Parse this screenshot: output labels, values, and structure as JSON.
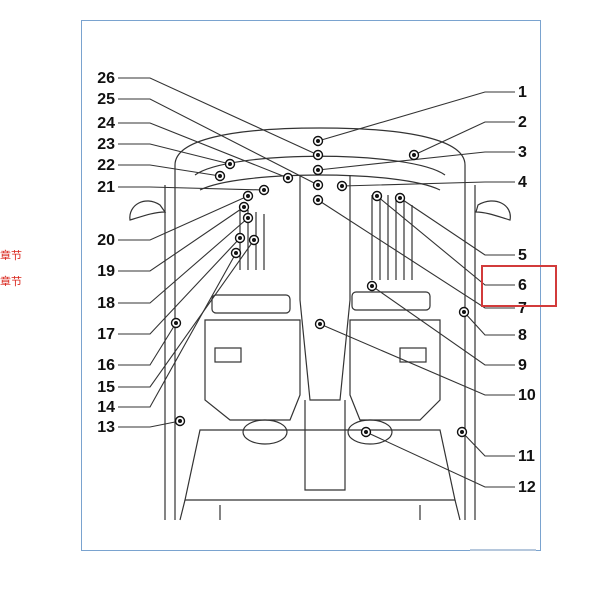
{
  "side_notes": [
    "章节",
    "章节"
  ],
  "callouts": {
    "right": [
      "1",
      "2",
      "3",
      "4",
      "5",
      "6",
      "7",
      "8",
      "9",
      "10",
      "11",
      "12"
    ],
    "left": [
      "26",
      "25",
      "24",
      "23",
      "22",
      "21",
      "20",
      "19",
      "18",
      "17",
      "16",
      "15",
      "14",
      "13"
    ]
  },
  "highlighted_callout": "6",
  "colors": {
    "frame_border": "#7aa3cf",
    "highlight_border": "#d23b3b",
    "side_note_text": "#d9261c",
    "line": "#333333"
  },
  "icons": {
    "ground_point": "ground-point-icon"
  }
}
